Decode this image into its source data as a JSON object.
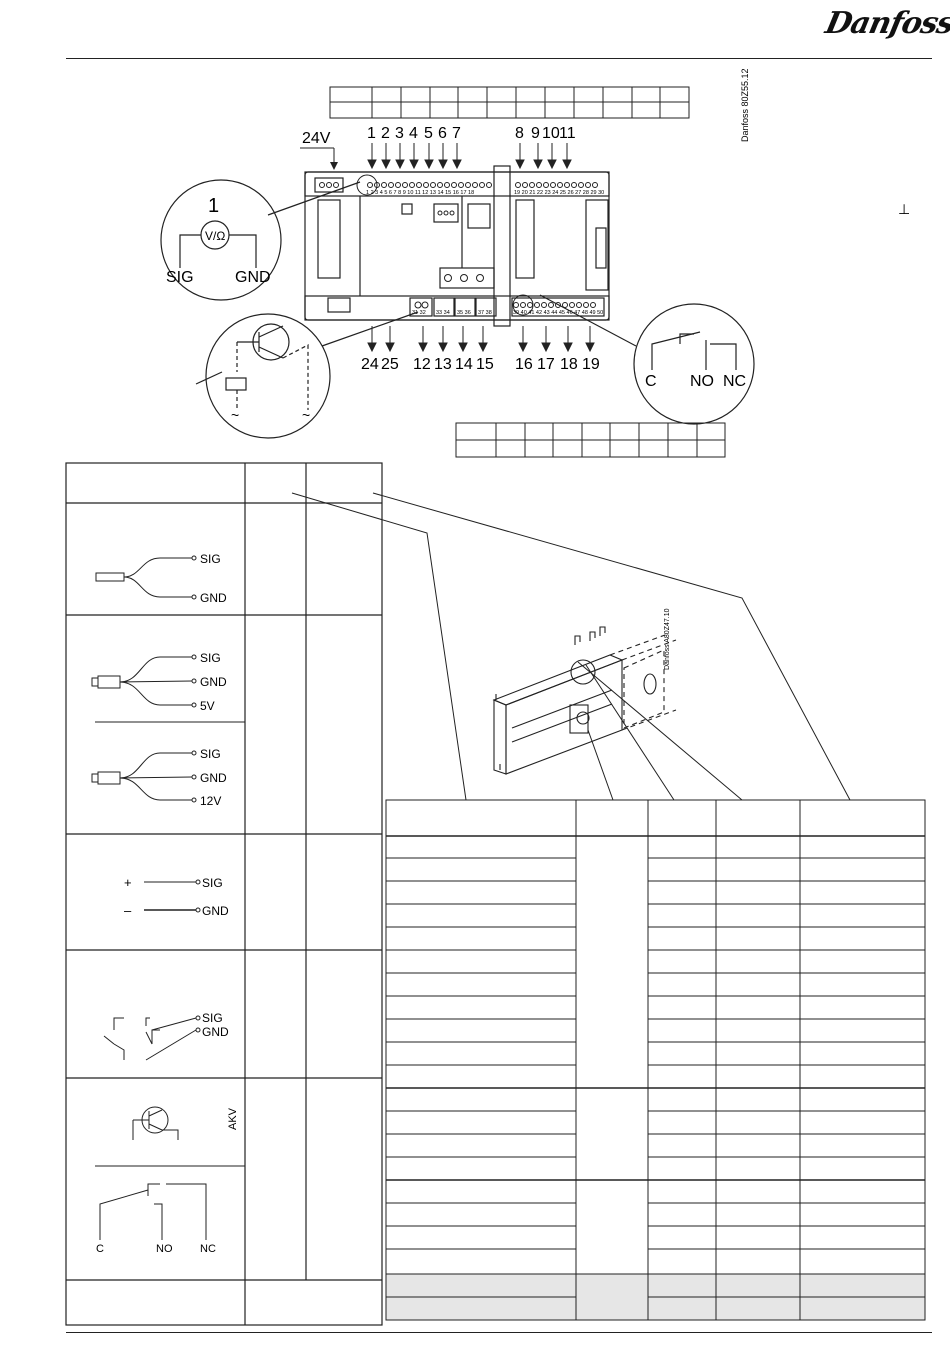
{
  "header": {
    "brand": "Danfoss"
  },
  "drawing_codes": {
    "top": "Danfoss 80Z55.12",
    "module": "Danfoss A80Z47.10"
  },
  "controller": {
    "supply_label": "24V",
    "top_numbers": [
      "1",
      "2",
      "3",
      "4",
      "5",
      "6",
      "7",
      "8",
      "9",
      "10",
      "11"
    ],
    "bottom_numbers": [
      "24",
      "25",
      "12",
      "13",
      "14",
      "15",
      "16",
      "17",
      "18",
      "19"
    ],
    "terminal_strip_top_left": "1  2  3  4  5  6  7  8  9 10 11 12 13 14 15 16 17 18",
    "terminal_strip_top_right": "19 20 21 22 23 24 25 26 27 28 29 30",
    "terminal_strip_bottom_a": "31 32",
    "terminal_strip_bottom_b": "33 34",
    "terminal_strip_bottom_c": "35 36",
    "terminal_strip_bottom_d": "37 38",
    "terminal_strip_bottom_e": "39 40 41 42 43 44 45 46 47 48 49 50"
  },
  "callouts": {
    "sensor": {
      "number": "1",
      "symbol": "V/Ω",
      "sig": "SIG",
      "gnd": "GND"
    },
    "relay": {
      "c": "C",
      "no": "NO",
      "nc": "NC"
    }
  },
  "legend": {
    "sensor_2wire": {
      "sig": "SIG",
      "gnd": "GND"
    },
    "sensor_5v": {
      "sig": "SIG",
      "gnd": "GND",
      "supply": "5V"
    },
    "sensor_12v": {
      "sig": "SIG",
      "gnd": "GND",
      "supply": "12V"
    },
    "voltage_signal": {
      "plus": "+",
      "minus": "–",
      "sig": "SIG",
      "gnd": "GND"
    },
    "contact_input": {
      "sig": "SIG",
      "gnd": "GND"
    },
    "outputs": {
      "akv": "AKV",
      "c": "C",
      "no": "NO",
      "nc": "NC"
    }
  }
}
